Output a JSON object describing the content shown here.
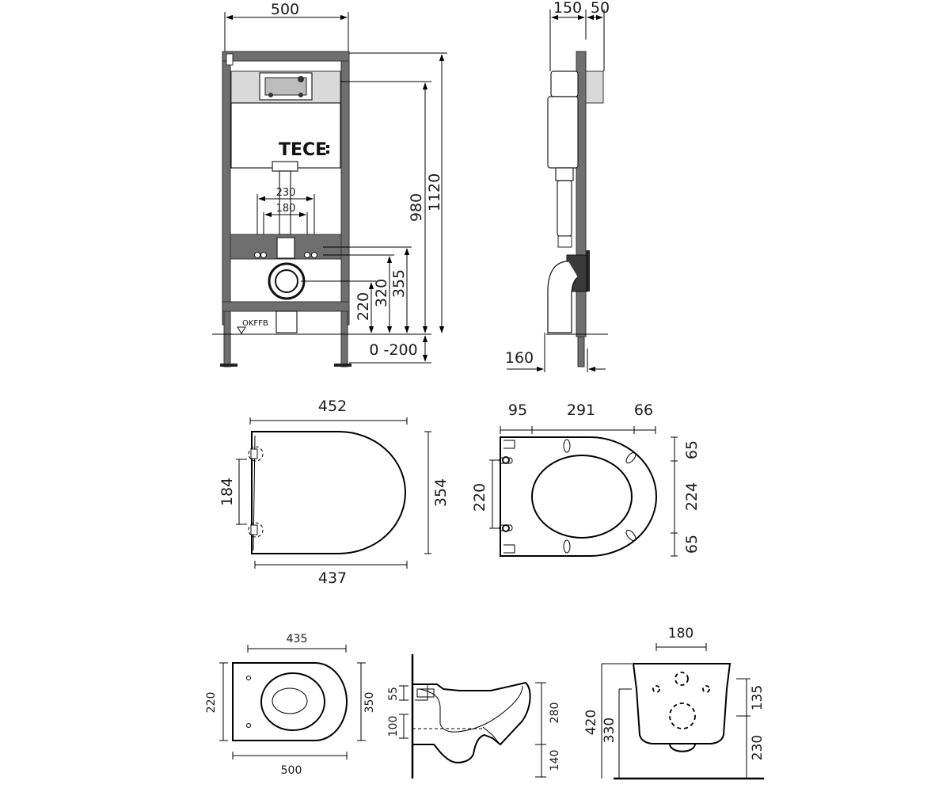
{
  "front_view": {
    "width": "500",
    "dim_980": "980",
    "dim_1120": "1120",
    "dim_230": "230",
    "dim_180": "180",
    "dim_220": "220",
    "dim_320": "320",
    "dim_355": "355",
    "dim_0_200": "0 -200",
    "brand": "TECE",
    "floor_label": "OKFFB"
  },
  "side_view": {
    "dim_150": "150",
    "dim_50": "50",
    "dim_160": "160"
  },
  "seat_side_view": {
    "dim_452": "452",
    "dim_354": "354",
    "dim_184": "184",
    "dim_437": "437"
  },
  "seat_top_view": {
    "dim_95": "95",
    "dim_291": "291",
    "dim_66": "66",
    "dim_220": "220",
    "dim_65_top": "65",
    "dim_224": "224",
    "dim_65_bottom": "65"
  },
  "bowl_top_view": {
    "dim_435": "435",
    "dim_350": "350",
    "dim_220": "220",
    "dim_500": "500"
  },
  "bowl_section_view": {
    "dim_55": "55",
    "dim_100": "100",
    "dim_280": "280",
    "dim_140": "140"
  },
  "bowl_back_view": {
    "dim_180": "180",
    "dim_420": "420",
    "dim_330": "330",
    "dim_135": "135",
    "dim_230": "230"
  }
}
